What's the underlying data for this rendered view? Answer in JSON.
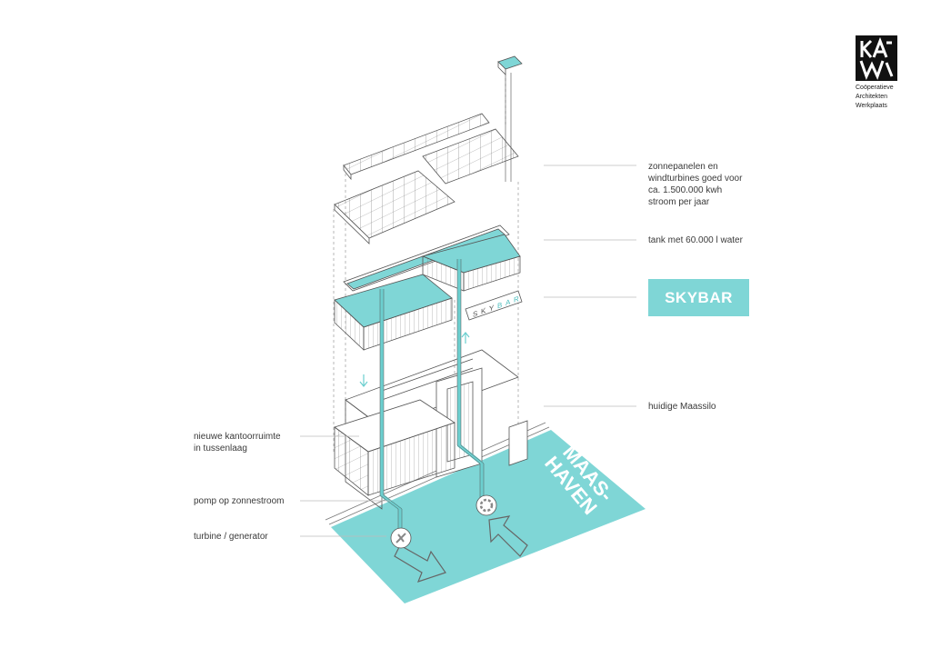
{
  "labels": {
    "solar": [
      "zonnepanelen en",
      "windturbines goed voor",
      "ca. 1.500.000 kwh",
      "stroom per jaar"
    ],
    "tank": "tank met 60.000 l water",
    "skybar": "SKYBAR",
    "silo": "huidige Maassilo",
    "office": [
      "nieuwe kantoorruimte",
      "in tussenlaag"
    ],
    "pump": "pomp op zonnestroom",
    "turbine": "turbine / generator"
  },
  "water_label": [
    "MAAS-",
    "HAVEN"
  ],
  "sign_letters": "SKYBAR",
  "logo": {
    "mark": "KAW",
    "text": [
      "Coöperatieve",
      "Architekten",
      "Werkplaats"
    ]
  },
  "colors": {
    "water": "#7fd6d6",
    "accent": "#6ccfcf",
    "line": "#555555",
    "logo_bg": "#111111"
  },
  "icons": [
    "pump-icon",
    "turbine-icon",
    "flow-arrow-icon"
  ]
}
